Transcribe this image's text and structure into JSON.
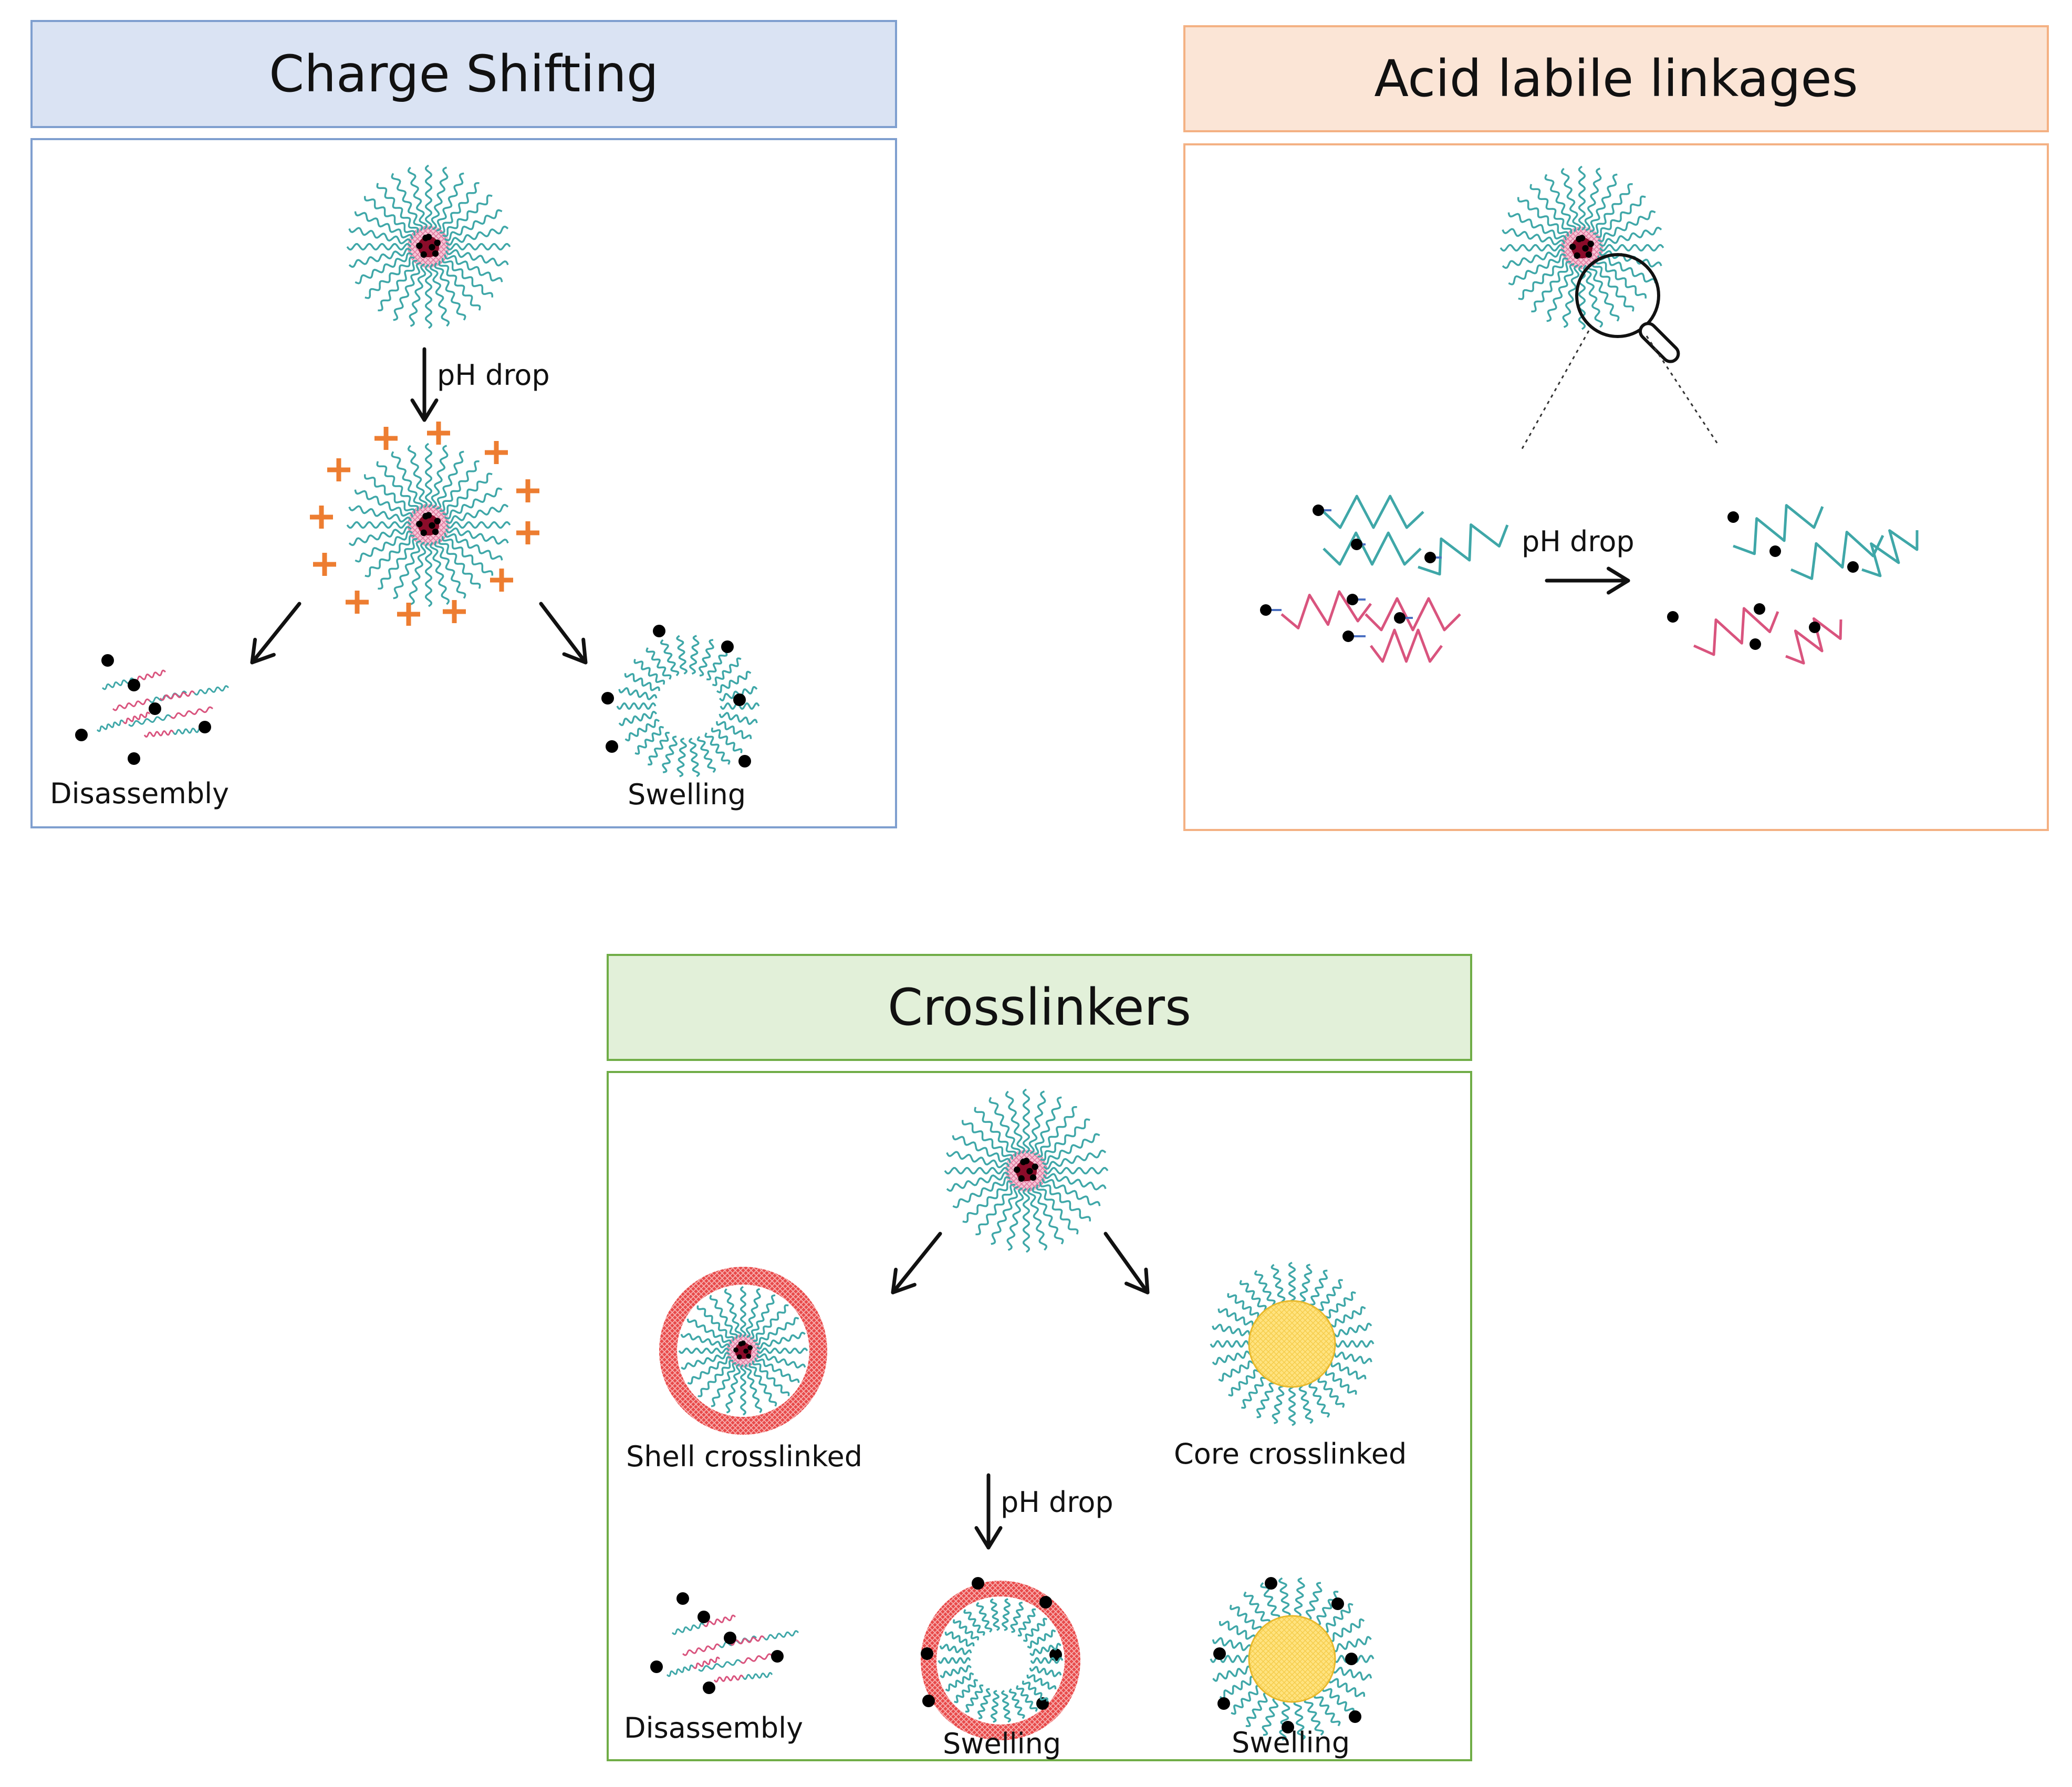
{
  "panels": {
    "charge": {
      "title": "Charge Shifting",
      "ph_label": "pH drop",
      "left_label": "Disassembly",
      "right_label": "Swelling",
      "colors": {
        "header_bg": "#dae3f3",
        "border": "#7f9fcf",
        "charge": "#ed7d31"
      }
    },
    "acid": {
      "title": "Acid labile linkages",
      "ph_label": "pH drop",
      "colors": {
        "header_bg": "#fbe5d6",
        "border": "#f4b183"
      }
    },
    "cross": {
      "title": "Crosslinkers",
      "shell_label": "Shell crosslinked",
      "core_label": "Core crosslinked",
      "ph_label": "pH drop",
      "bottom_left_label": "Disassembly",
      "bottom_mid_label": "Swelling",
      "bottom_right_label": "Swelling",
      "colors": {
        "header_bg": "#e2f0d9",
        "border": "#70ad47",
        "shell": "#e84a4a",
        "core": "#ffe380"
      }
    }
  },
  "colors": {
    "teal": "#3fa7a8",
    "pink": "#d9547e",
    "core": "#8b0c2a",
    "drug": "#000000"
  }
}
